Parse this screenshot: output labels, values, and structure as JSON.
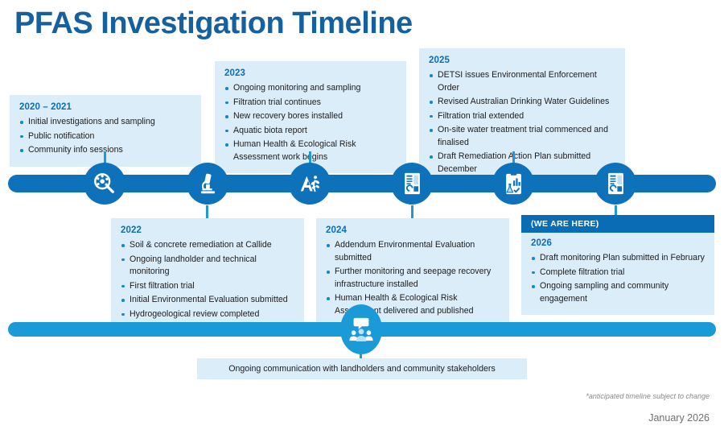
{
  "header": {
    "title": "PFAS Investigation Timeline",
    "title_color": "#15609f"
  },
  "theme": {
    "card_bg": "#dcedfa",
    "bar_blue": "#0d72b9",
    "accent_blue": "#1b9ad8",
    "header_bar_blue": "#0a6cb4"
  },
  "timeline": {
    "nodes": [
      {
        "icon": "magnifier-molecule-icon",
        "label": "2020 - 2021 investigations"
      },
      {
        "icon": "microscope-icon",
        "label": "2022 remediation"
      },
      {
        "icon": "aquatic-biota-icon",
        "label": "2023 monitoring"
      },
      {
        "icon": "report-document-icon",
        "label": "2024 evaluation"
      },
      {
        "icon": "clipboard-flask-icon",
        "label": "2025 enforcement"
      },
      {
        "icon": "report-document-icon",
        "label": "2026 plan"
      }
    ],
    "cards": [
      {
        "id": "card-2020-2021",
        "year": "2020 – 2021",
        "position": "above",
        "items": [
          "Initial investigations and sampling",
          "Public notification",
          "Community info sessions"
        ]
      },
      {
        "id": "card-2022",
        "year": "2022",
        "position": "below",
        "items": [
          "Soil & concrete remediation at Callide",
          "Ongoing landholder and technical monitoring",
          "First filtration trial",
          "Initial Environmental Evaluation submitted",
          "Hydrogeological review completed"
        ]
      },
      {
        "id": "card-2023",
        "year": "2023",
        "position": "above",
        "items": [
          "Ongoing monitoring and sampling",
          "Filtration trial continues",
          "New recovery bores installed",
          "Aquatic biota report",
          "Human Health & Ecological Risk Assessment work begins"
        ]
      },
      {
        "id": "card-2024",
        "year": "2024",
        "position": "below",
        "items": [
          "Addendum Environmental Evaluation submitted",
          "Further monitoring and seepage recovery infrastructure installed",
          "Human Health & Ecological Risk Assessment delivered and published"
        ]
      },
      {
        "id": "card-2025",
        "year": "2025",
        "position": "above",
        "items": [
          "DETSI issues Environmental Enforcement Order",
          "Revised Australian Drinking Water Guidelines",
          "Filtration trial extended",
          "On-site water treatment trial commenced and finalised",
          "Draft Remediation Action Plan submitted December"
        ]
      },
      {
        "id": "card-2026",
        "year": "2026",
        "position": "below",
        "header": "(WE ARE HERE)",
        "items": [
          "Draft monitoring Plan submitted in February",
          "Complete filtration trial",
          "Ongoing sampling and community engagement"
        ]
      }
    ]
  },
  "communication": {
    "icon": "community-speech-icon",
    "caption": "Ongoing communication with landholders and community stakeholders"
  },
  "footer": {
    "note": "*anticipated timeline subject to change",
    "date": "January 2026"
  }
}
